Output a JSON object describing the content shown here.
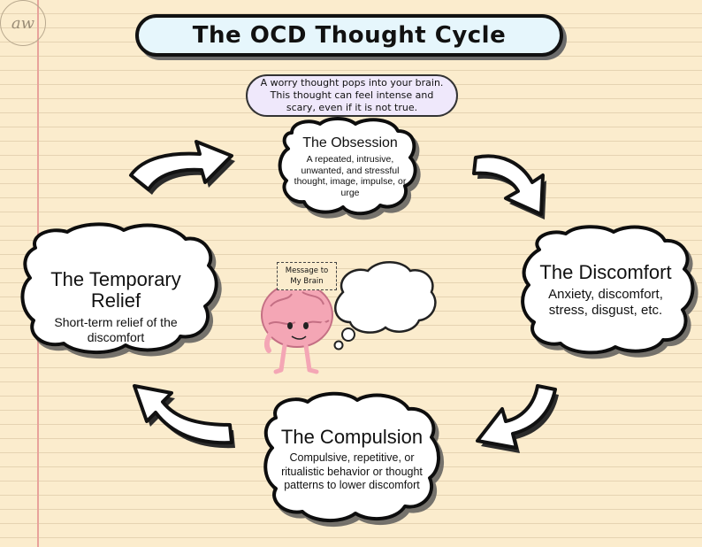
{
  "title": "The OCD Thought Cycle",
  "intro": "A worry thought pops into your brain. This thought can feel intense and scary, even if it is not true.",
  "nodes": {
    "obsession": {
      "title": "The Obsession",
      "desc": "A repeated, intrusive, unwanted, and stressful thought, image, impulse, or urge"
    },
    "discomfort": {
      "title": "The Discomfort",
      "desc": "Anxiety, discomfort, stress, disgust, etc."
    },
    "compulsion": {
      "title": "The Compulsion",
      "desc": "Compulsive, repetitive, or ritualistic behavior or thought patterns to lower discomfort"
    },
    "relief": {
      "title": "The Temporary Relief",
      "desc": "Short-term relief of the discomfort"
    }
  },
  "message_box": "Message to My Brain",
  "logo_text": "aw",
  "colors": {
    "paper": "#fbeccd",
    "title_fill": "#e6f6fc",
    "intro_fill": "#efe8fb",
    "brain": "#f4a6b5",
    "outline": "#111111"
  },
  "icons": [
    "cycle-arrow-icon",
    "brain-character-icon",
    "thought-bubble-icon"
  ]
}
